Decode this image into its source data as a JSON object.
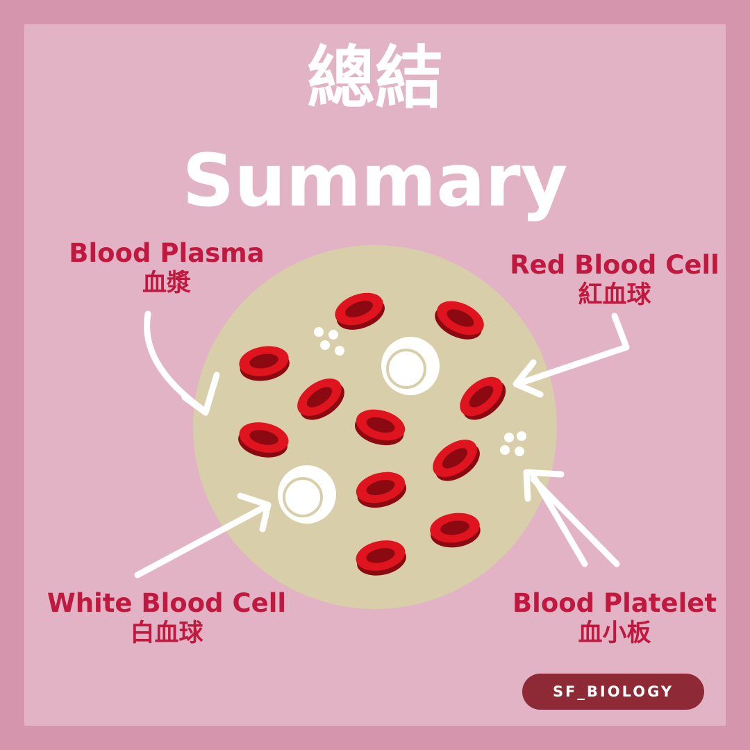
{
  "title_zh": "總結",
  "title_en": "Summary",
  "labels": {
    "plasma": {
      "en": "Blood Plasma",
      "zh": "血漿"
    },
    "rbc": {
      "en": "Red Blood Cell",
      "zh": "紅血球"
    },
    "wbc": {
      "en": "White Blood Cell",
      "zh": "白血球"
    },
    "platelet": {
      "en": "Blood Platelet",
      "zh": "血小板"
    }
  },
  "badge": "SF_BIOLOGY",
  "colors": {
    "background": "#d595ac",
    "panel": "#e1b3c4",
    "plasma": "#d8ceaa",
    "rbc": "#e0141e",
    "rbc_dark": "#8b0a12",
    "label": "#c0183f",
    "badge": "#8e2a36"
  }
}
